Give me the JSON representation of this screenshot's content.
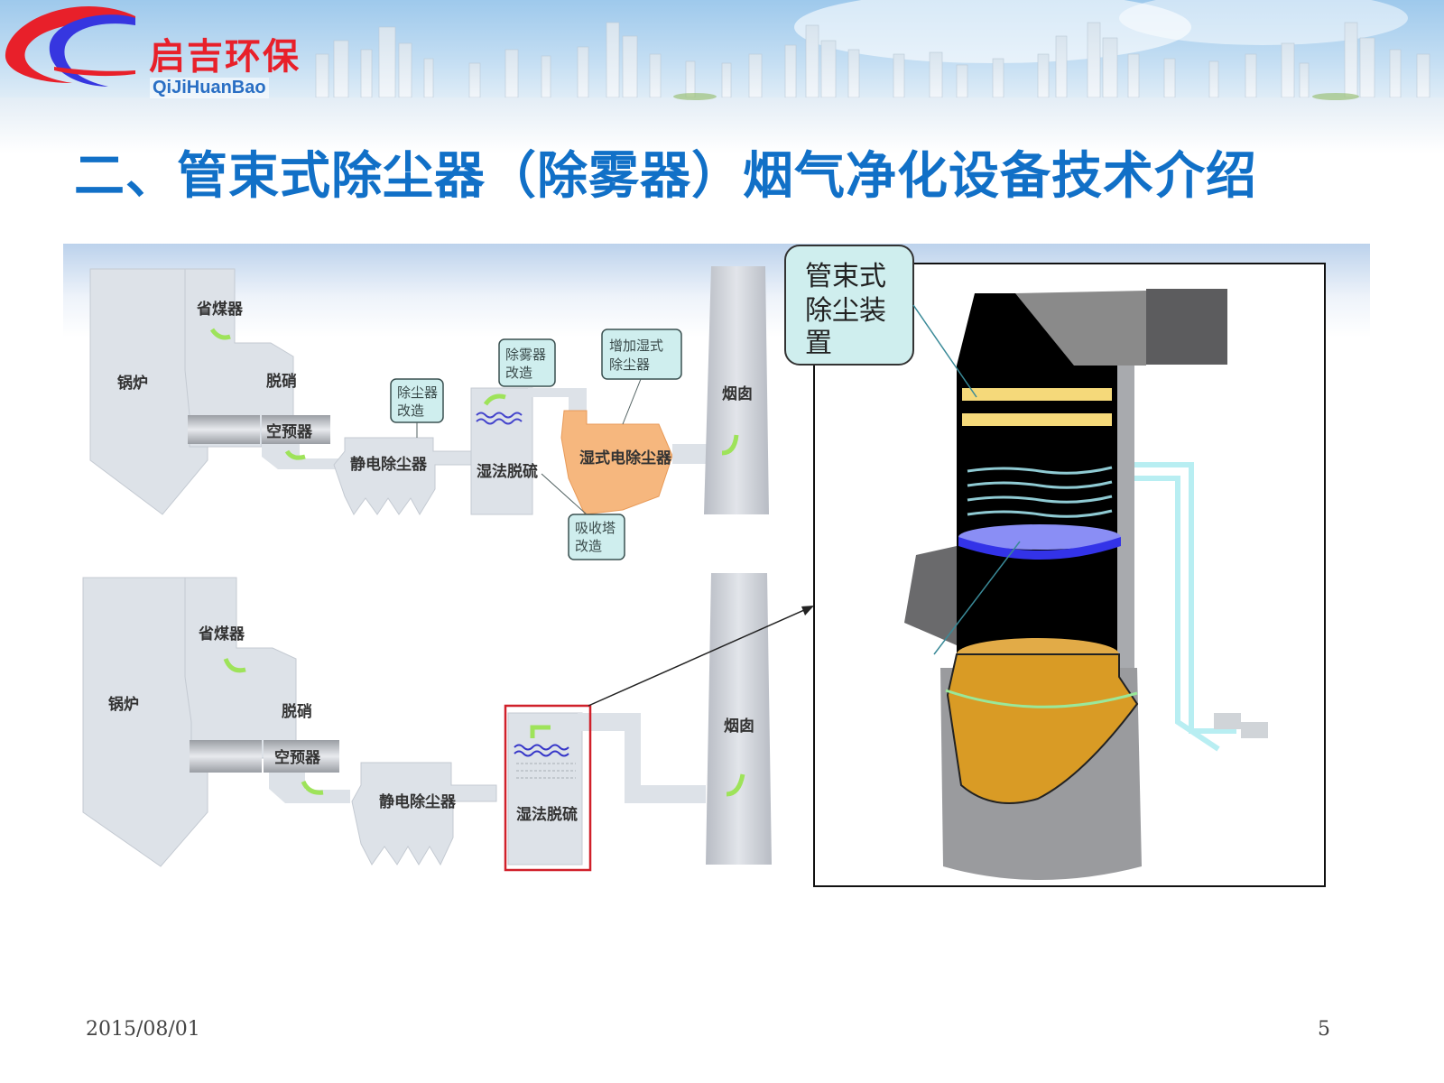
{
  "header": {
    "logo_cn": "启吉环保",
    "logo_en": "QiJiHuanBao",
    "title": "二、管束式除尘器（除雾器）烟气净化设备技术介绍"
  },
  "top_diagram": {
    "boiler": "锅炉",
    "economizer": "省煤器",
    "denox": "脱硝",
    "air_preheater": "空预器",
    "esp": "静电除尘器",
    "wet_fgd": "湿法脱硫",
    "wet_esp": "湿式电除尘器",
    "chimney": "烟囱",
    "callouts": {
      "dust_retrofit": [
        "除尘器",
        "改造"
      ],
      "demister_retrofit": [
        "除雾器",
        "改造"
      ],
      "add_wet_esp": [
        "增加湿式",
        "除尘器"
      ],
      "absorber_retrofit": [
        "吸收塔",
        "改造"
      ]
    }
  },
  "bottom_diagram": {
    "boiler": "锅炉",
    "economizer": "省煤器",
    "denox": "脱硝",
    "air_preheater": "空预器",
    "esp": "静电除尘器",
    "wet_fgd": "湿法脱硫",
    "chimney": "烟囱"
  },
  "detail_panel": {
    "callout": [
      "管束式",
      "除尘装",
      "置"
    ]
  },
  "colors": {
    "title": "#1170c7",
    "logo_red": "#e8202a",
    "logo_blue": "#2a6fc4",
    "highlight_box": "#d0202a",
    "callout_fill": "#cfeeee",
    "wet_esp_fill": "#f6b77e"
  },
  "footer": {
    "date": "2015/08/01",
    "page": "5"
  }
}
